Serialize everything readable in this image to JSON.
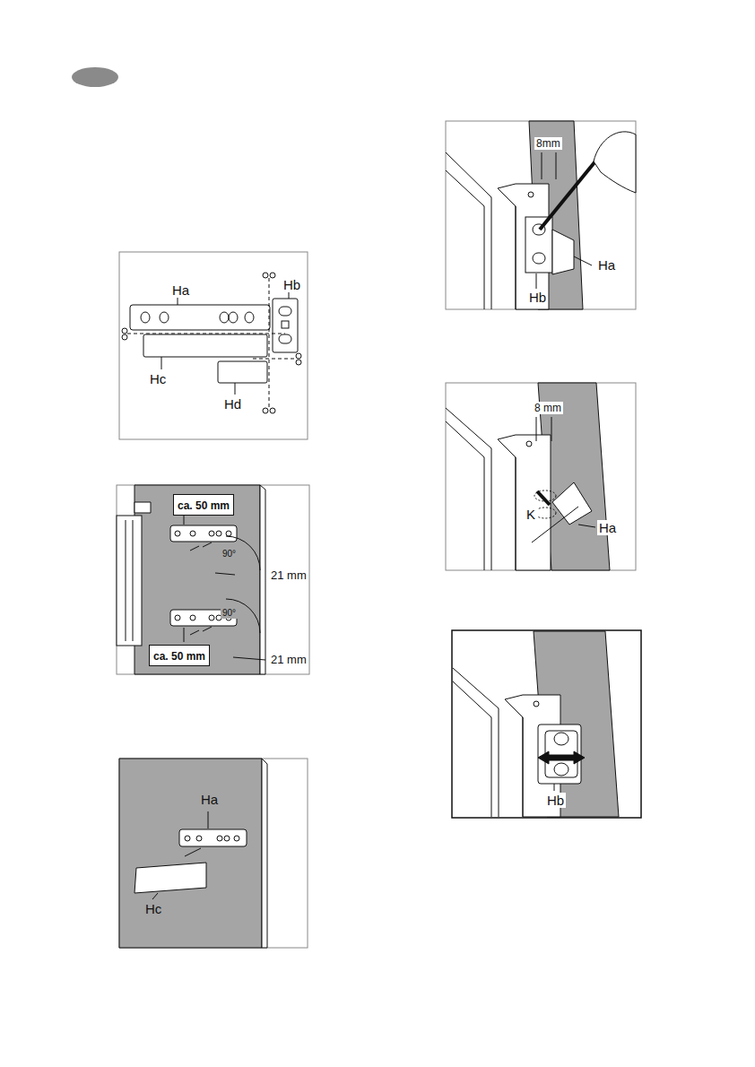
{
  "diagram": {
    "nodes": [
      {
        "text": [
          "ca. 50 mm"
        ]
      },
      {
        "text": [
          "ca. 50 mm"
        ]
      }
    ],
    "labels": [
      "Ha",
      "Hb",
      "Hc",
      "Hd",
      "90°",
      "21 mm",
      "90°",
      "21 mm",
      "Ha",
      "Hc",
      "8mm",
      "Ha",
      "Hb",
      "8 mm",
      "K",
      "Ha",
      "Hb"
    ]
  }
}
